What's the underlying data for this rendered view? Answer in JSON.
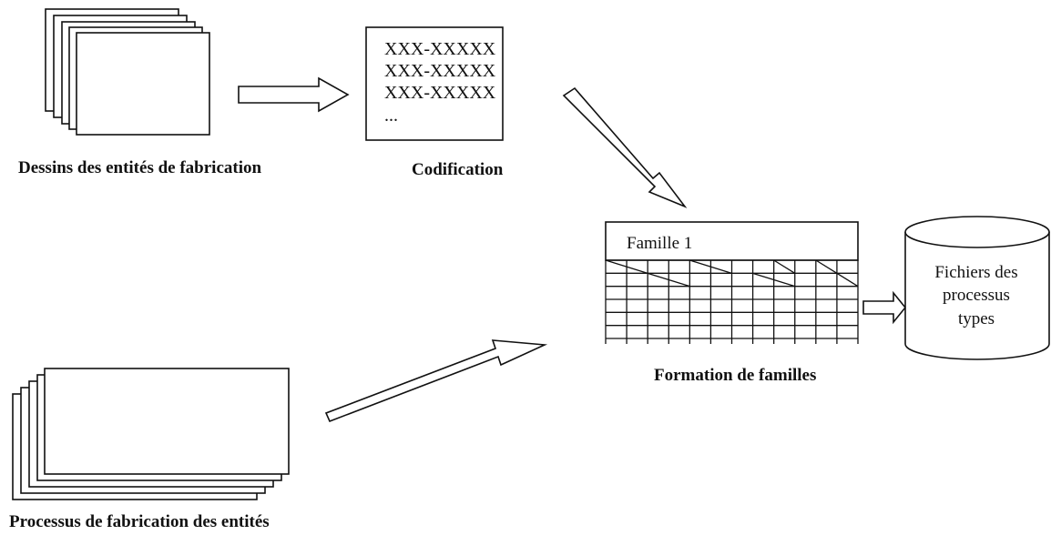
{
  "drawings": {
    "label": "Dessins des entités de fabrication"
  },
  "codification": {
    "lines": [
      "XXX-XXXXX",
      "XXX-XXXXX",
      "XXX-XXXXX",
      "..."
    ],
    "label": "Codification"
  },
  "families": {
    "header": "Famille 1",
    "label": "Formation de familles"
  },
  "database": {
    "lines": [
      "Fichiers des",
      "processus",
      "types"
    ]
  },
  "processes": {
    "label": "Processus de fabrication des entités"
  }
}
